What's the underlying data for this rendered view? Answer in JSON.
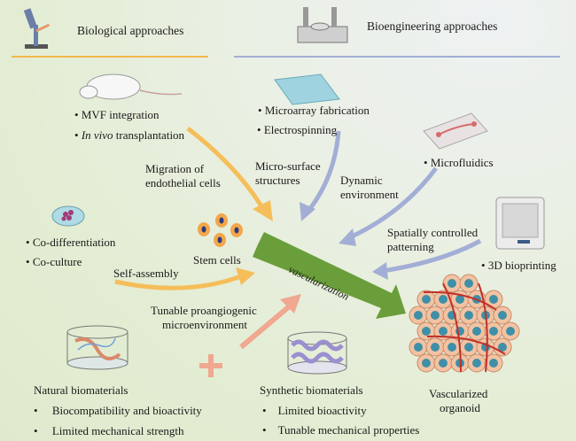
{
  "headers": {
    "biological": "Biological approaches",
    "bioengineering": "Bioengineering approaches"
  },
  "biological": {
    "animal_items": [
      "MVF integration",
      "transplantation"
    ],
    "in_vivo_prefix": "In vivo",
    "culture_items": [
      "Co-differentiation",
      "Co-culture"
    ],
    "stem_cells": "Stem cells"
  },
  "bioengineering": {
    "microarray_items": [
      "Microarray fabrication",
      "Electrospinning"
    ],
    "microfluidics": "Microfluidics",
    "bioprinting": "3D bioprinting"
  },
  "arrow_labels": {
    "migration": [
      "Migration of",
      "endothelial cells"
    ],
    "micro_surface": [
      "Micro-surface",
      "structures"
    ],
    "dynamic": [
      "Dynamic",
      "environment"
    ],
    "spatial": [
      "Spatially controlled",
      "patterning"
    ],
    "self_assembly": "Self-assembly",
    "tunable": [
      "Tunable proangiogenic",
      "microenvironment"
    ],
    "vascularization": "vascularization"
  },
  "materials": {
    "natural": {
      "title": "Natural biomaterials",
      "items": [
        "Biocompatibility and bioactivity",
        "Limited mechanical strength"
      ]
    },
    "synthetic": {
      "title": "Synthetic biomaterials",
      "items": [
        "Limited bioactivity",
        "Tunable mechanical properties"
      ]
    },
    "plus": "+"
  },
  "result": [
    "Vascularized",
    "organoid"
  ],
  "colors": {
    "orange_line": "#f2b84b",
    "purple_line": "#a3aed6",
    "green_arrow": "#6a9e3a",
    "salmon": "#f0a890",
    "orange_arrow": "#f5be5a"
  }
}
